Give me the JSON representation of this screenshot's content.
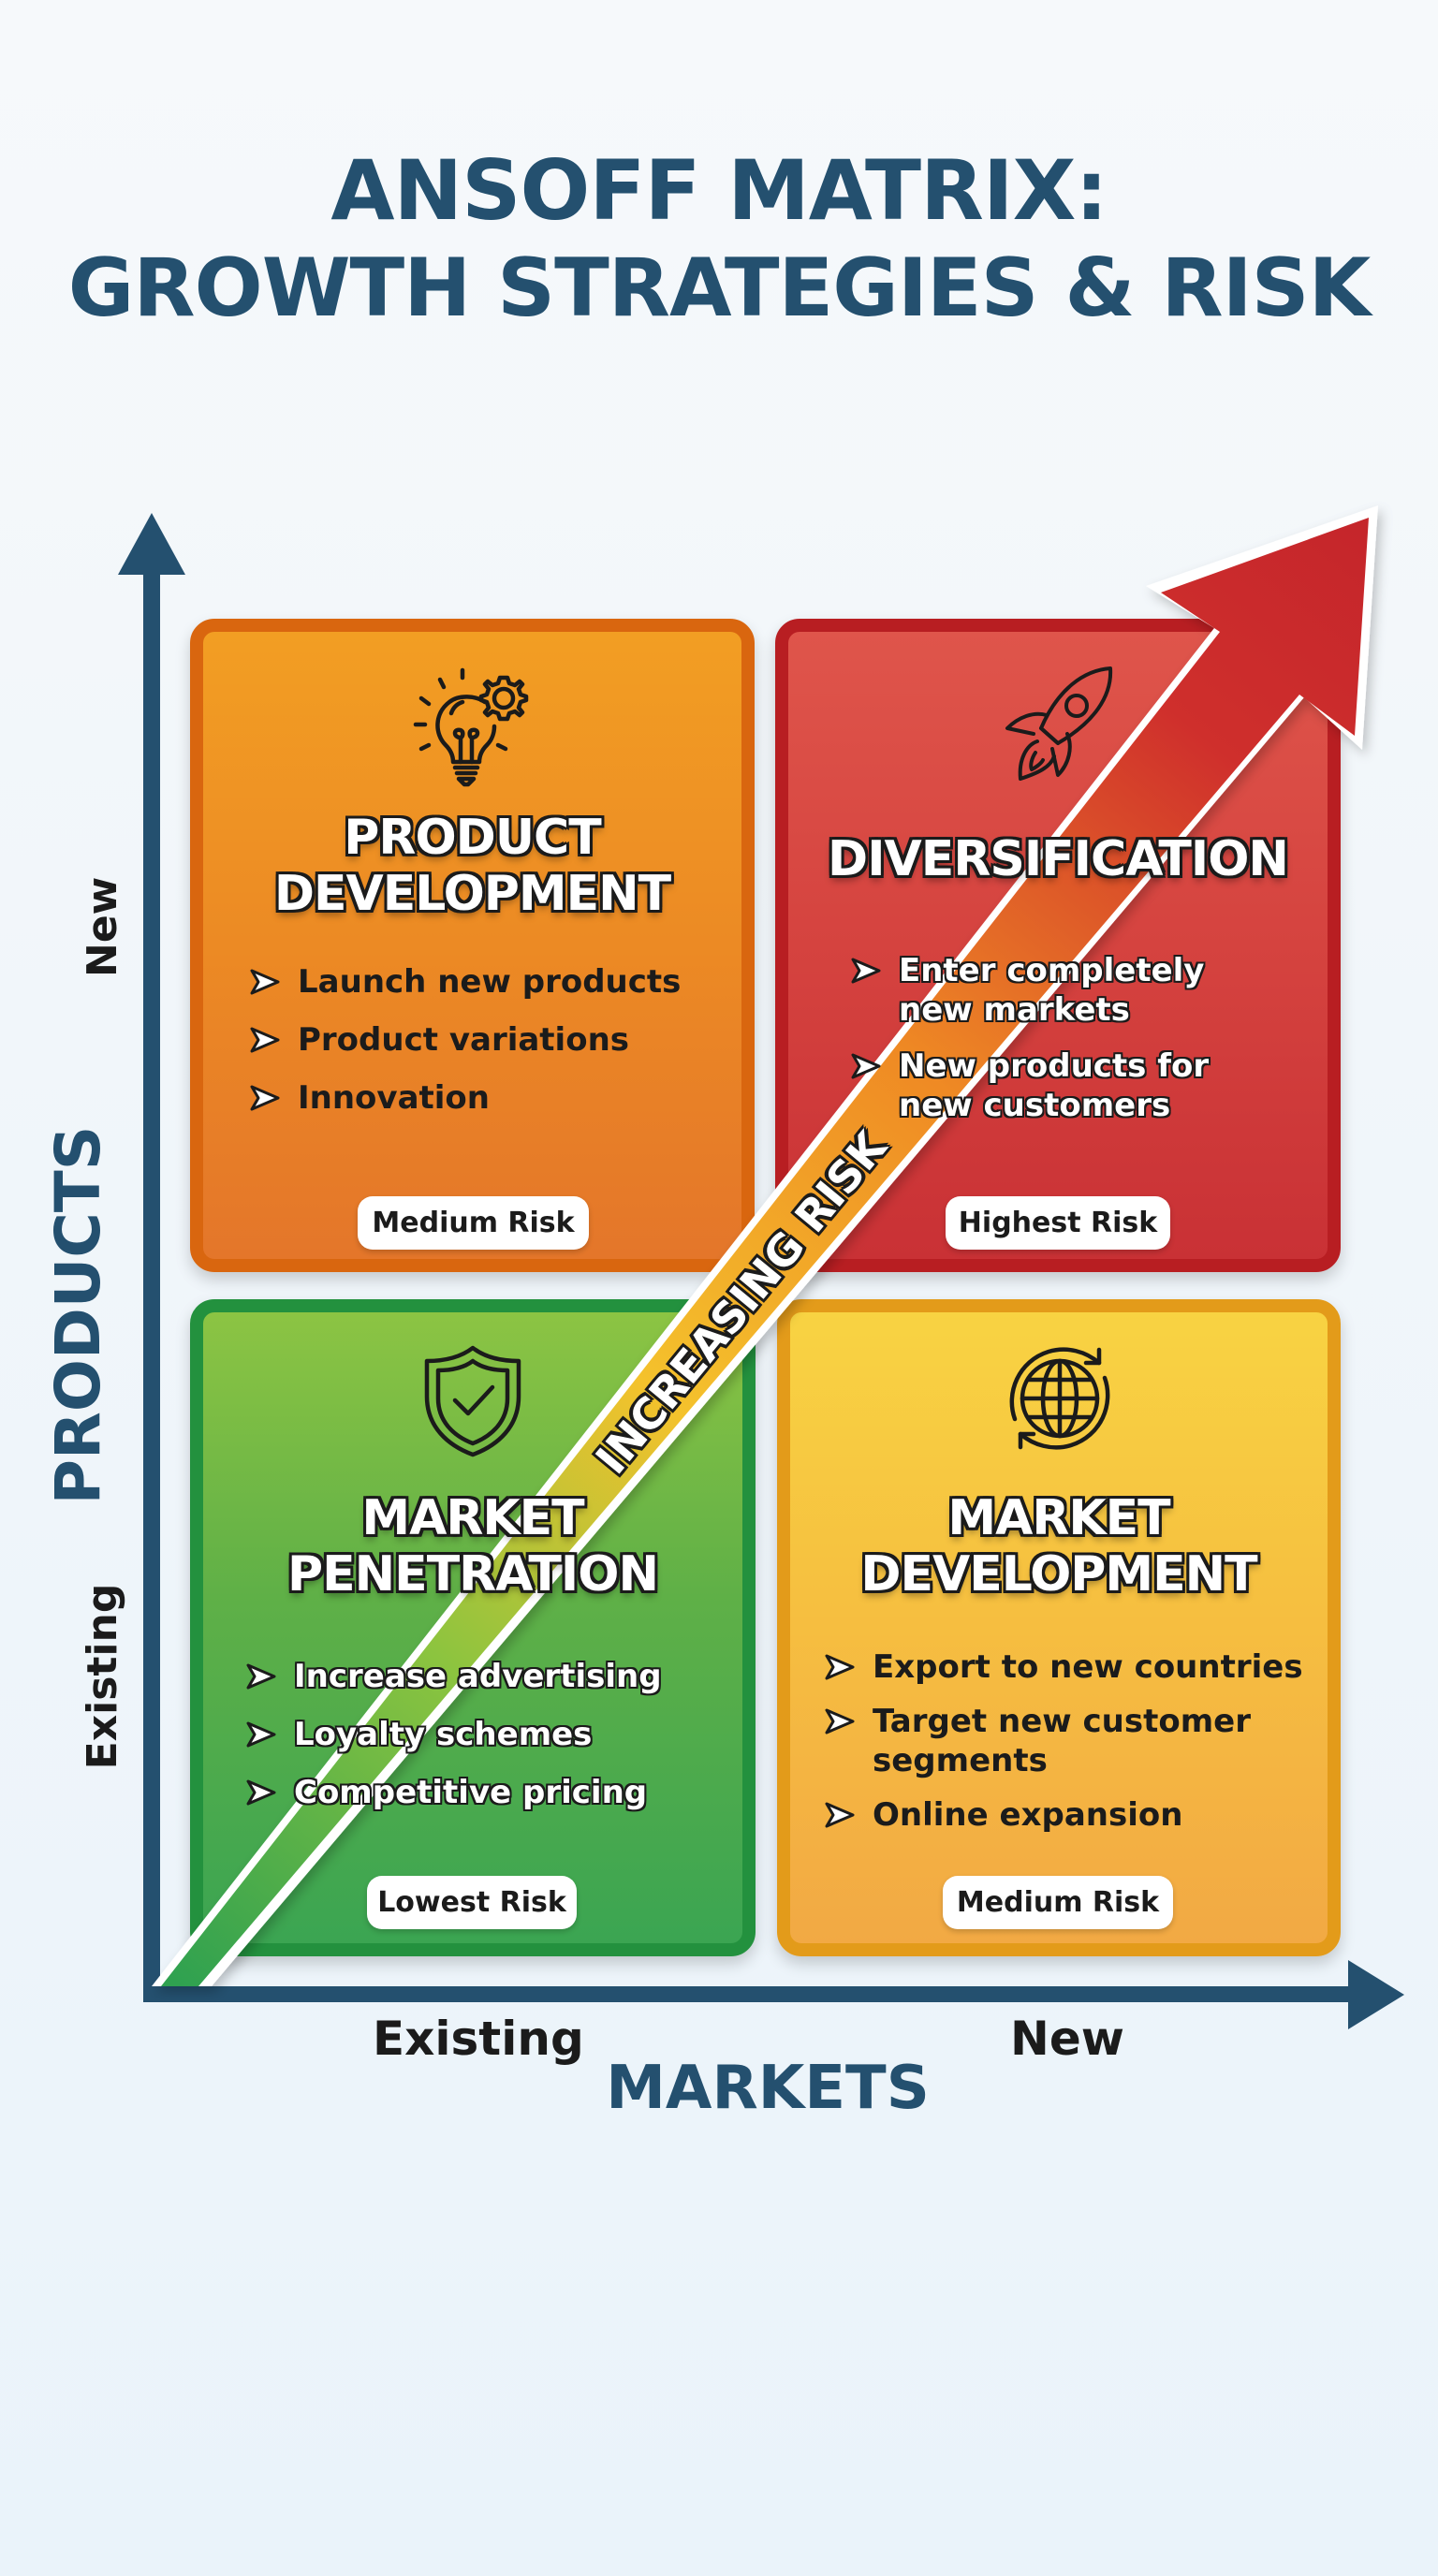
{
  "title": {
    "line1": "ANSOFF MATRIX:",
    "line2": "GROWTH STRATEGIES & RISK"
  },
  "axes": {
    "y_title": "PRODUCTS",
    "y_top_label": "New",
    "y_bottom_label": "Existing",
    "x_title": "MARKETS",
    "x_left_label": "Existing",
    "x_right_label": "New",
    "color": "#24506f"
  },
  "risk_arrow": {
    "label": "INCREASING RISK",
    "gradient": [
      "#2fa150",
      "#f4c22c",
      "#ef8a24",
      "#cc2a2d"
    ]
  },
  "quadrants": [
    {
      "id": "product-development",
      "position": "top-left",
      "icon": "lightbulb-gear-icon",
      "title_line1": "PRODUCT",
      "title_line2": "DEVELOPMENT",
      "bullets": [
        "Launch new products",
        "Product variations",
        "Innovation"
      ],
      "risk": "Medium Risk",
      "color": "#ec8a24"
    },
    {
      "id": "diversification",
      "position": "top-right",
      "icon": "rocket-icon",
      "title_line1": "DIVERSIFICATION",
      "bullets": [
        "Enter completely new markets",
        "New products for new customers"
      ],
      "bullet_lines": [
        [
          "Enter completely",
          "new markets"
        ],
        [
          "New products for",
          "new customers"
        ]
      ],
      "risk": "Highest Risk",
      "color": "#d5433f"
    },
    {
      "id": "market-penetration",
      "position": "bottom-left",
      "icon": "shield-check-icon",
      "title_line1": "MARKET",
      "title_line2": "PENETRATION",
      "bullets": [
        "Increase advertising",
        "Loyalty schemes",
        "Competitive pricing"
      ],
      "risk": "Lowest Risk",
      "color": "#4fab4b"
    },
    {
      "id": "market-development",
      "position": "bottom-right",
      "icon": "globe-refresh-icon",
      "title_line1": "MARKET",
      "title_line2": "DEVELOPMENT",
      "bullets": [
        "Export to new countries",
        "Target new customer segments",
        "Online expansion"
      ],
      "bullet_lines": [
        [
          "Export to new countries"
        ],
        [
          "Target new customer",
          "segments"
        ],
        [
          "Online expansion"
        ]
      ],
      "risk": "Medium Risk",
      "color": "#f6c040"
    }
  ]
}
